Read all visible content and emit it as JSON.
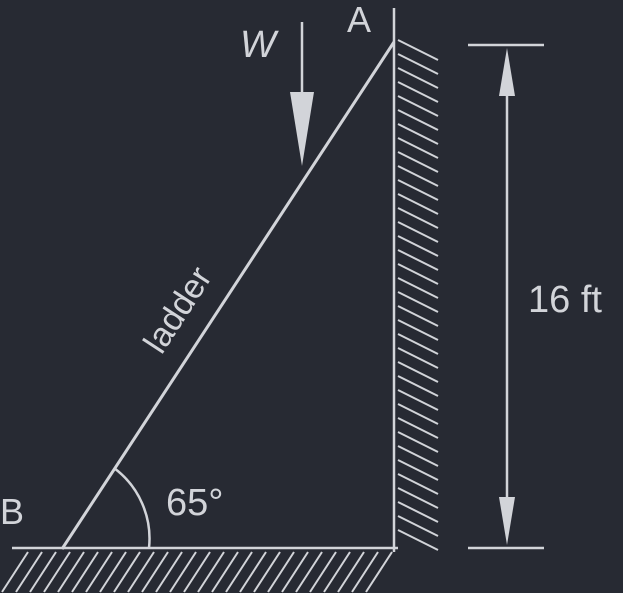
{
  "diagram": {
    "colors": {
      "background": "#272a33",
      "stroke": "#d2d4d9",
      "text": "#d2d4d9"
    },
    "labels": {
      "point_a": "A",
      "point_b": "B",
      "weight": "W",
      "ladder": "ladder",
      "angle": "65°",
      "height": "16 ft"
    }
  }
}
